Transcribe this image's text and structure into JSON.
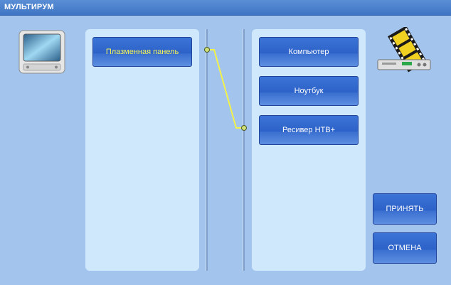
{
  "window": {
    "title": "МУЛЬТИРУМ"
  },
  "sources": [
    {
      "label": "Плазменная панель",
      "active": true
    }
  ],
  "targets": [
    {
      "label": "Компьютер"
    },
    {
      "label": "Ноутбук"
    },
    {
      "label": "Ресивер НТВ+"
    }
  ],
  "actions": {
    "accept_label": "ПРИНЯТЬ",
    "cancel_label": "ОТМЕНА"
  },
  "connection": {
    "from": "Плазменная панель",
    "to": "Ресивер НТВ+"
  },
  "icons": {
    "left": "tv-monitor-icon",
    "right": "film-player-icon"
  },
  "colors": {
    "background": "#a3c4ec",
    "panel": "#cfe8fb",
    "button": "#2d62c8",
    "active_text": "#f5f55a",
    "connector": "#f2f24a"
  }
}
